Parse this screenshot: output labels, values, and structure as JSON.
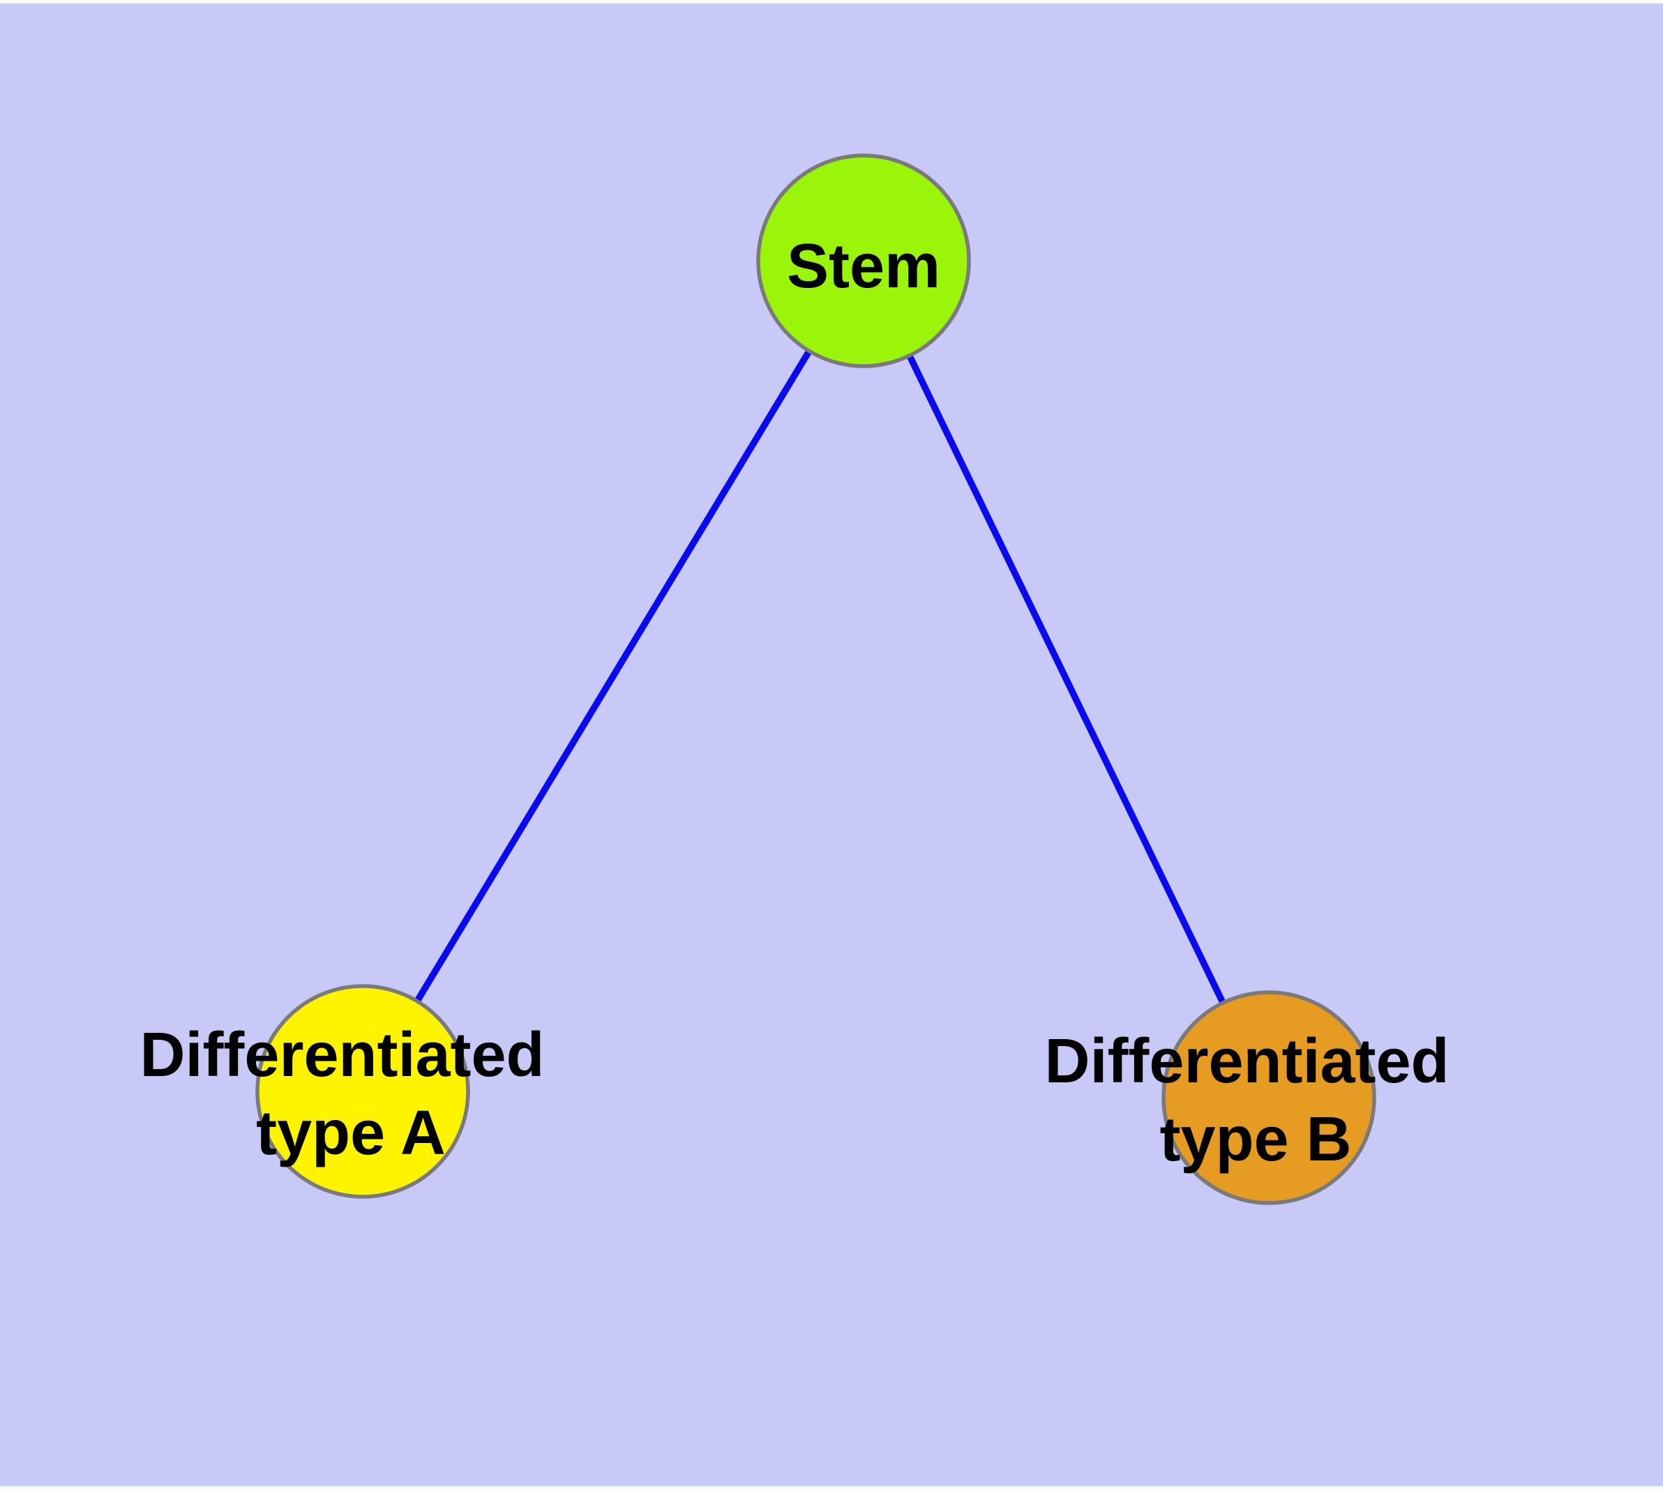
{
  "colors": {
    "background": "#C9C9F8",
    "canvas_edge_strip": "#FBFBFE",
    "edge": "#0A0AEE",
    "node_border": "#7A7A7A",
    "label_text": "#000000"
  },
  "nodes": {
    "stem": {
      "label": "Stem",
      "fill": "#9BF50A"
    },
    "type_a": {
      "label_line1": "Differentiated",
      "label_line2": "type A",
      "fill": "#FEF400"
    },
    "type_b": {
      "label_line1": "Differentiated",
      "label_line2": "type B",
      "fill": "#E69B23"
    }
  },
  "edges": {
    "stem_to_type_a": {
      "from": "Stem",
      "to": "Differentiated type A"
    },
    "stem_to_type_b": {
      "from": "Stem",
      "to": "Differentiated type B"
    }
  }
}
